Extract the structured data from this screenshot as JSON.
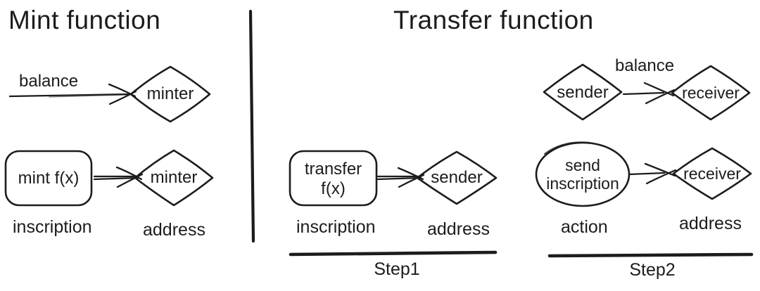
{
  "colors": {
    "ink": "#1c1c1c",
    "background": "#ffffff"
  },
  "mint": {
    "title": "Mint function",
    "balance_label": "balance",
    "minter_top_label": "minter",
    "mint_box_label": "mint f(x)",
    "minter_bottom_label": "minter",
    "inscription_label": "inscription",
    "address_label": "address"
  },
  "transfer": {
    "title": "Transfer function",
    "step1": {
      "box_line1": "transfer",
      "box_line2": "f(x)",
      "sender_label": "sender",
      "inscription_label": "inscription",
      "address_label": "address",
      "step_label": "Step1"
    },
    "step2": {
      "balance_label": "balance",
      "sender_label": "sender",
      "receiver_top_label": "receiver",
      "ellipse_line1": "send",
      "ellipse_line2": "inscription",
      "receiver_bottom_label": "receiver",
      "action_label": "action",
      "address_label": "address",
      "step_label": "Step2"
    }
  }
}
